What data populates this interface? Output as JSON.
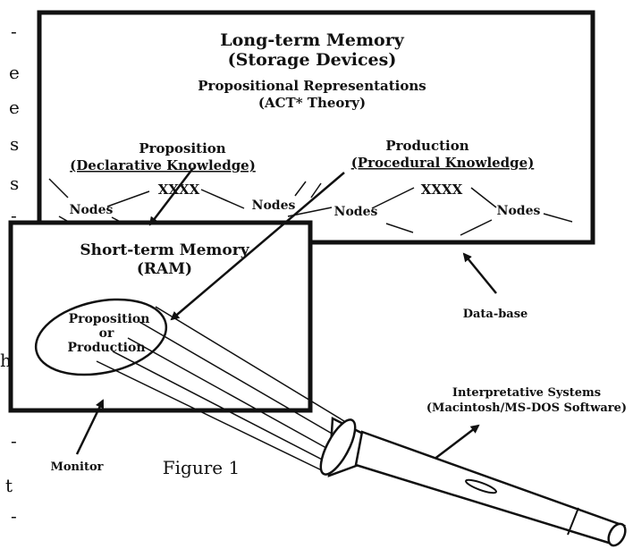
{
  "left_margin_glyphs": [
    "-",
    "e",
    "e",
    "s",
    "s",
    "-",
    "-",
    "-",
    "-",
    "h",
    "-",
    "-",
    "t",
    "-"
  ],
  "long_term": {
    "title": "Long-term Memory",
    "subtitle": "(Storage Devices)",
    "propositional": "Propositional Representations",
    "theory": "(ACT* Theory)",
    "proposition": "Proposition",
    "declarative": "(Declarative Knowledge)",
    "production": "Production",
    "procedural": "(Procedural Knowledge)",
    "xxxx": "XXXX",
    "nodes": "Nodes"
  },
  "short_term": {
    "title": "Short-term Memory",
    "subtitle": "(RAM)",
    "ellipse_line1": "Proposition",
    "ellipse_line2": "or",
    "ellipse_line3": "Production"
  },
  "labels": {
    "database": "Data-base",
    "monitor": "Monitor",
    "figure": "Figure 1",
    "interpretative": "Interpretative Systems",
    "software": "(Macintosh/MS-DOS Software)"
  }
}
